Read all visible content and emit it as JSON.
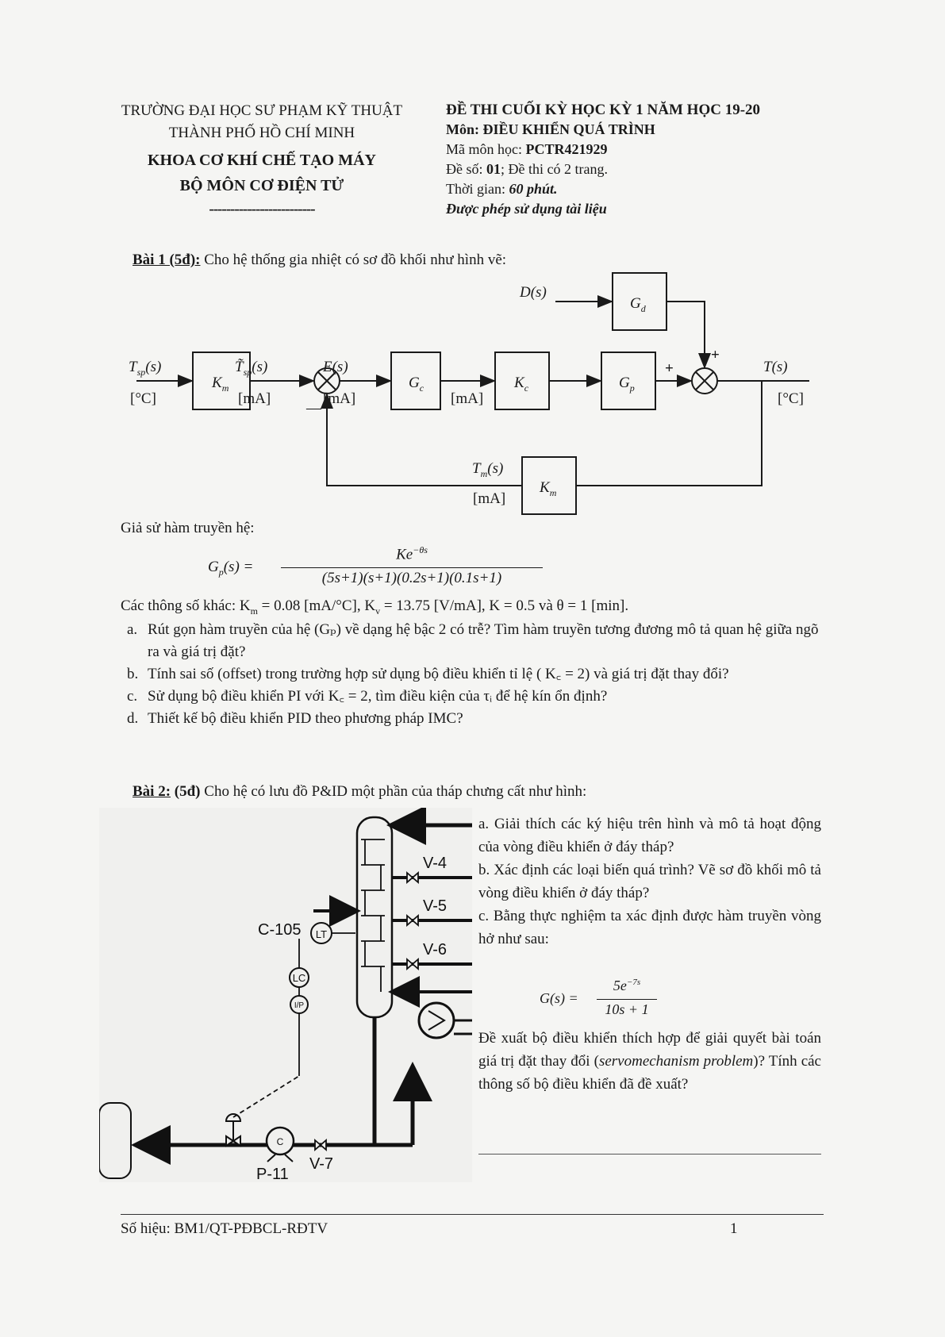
{
  "header": {
    "school_line1": "TRƯỜNG ĐẠI HỌC SƯ PHẠM KỸ THUẬT",
    "school_line2": "THÀNH PHỐ HỒ CHÍ MINH",
    "faculty": "KHOA CƠ KHÍ CHẾ TẠO MÁY",
    "department": "BỘ MÔN CƠ ĐIỆN TỬ",
    "divider": "-------------------------",
    "exam_title": "ĐỀ THI CUỐI KỲ HỌC KỲ 1 NĂM HỌC 19-20",
    "subject_label": "Môn: ",
    "subject": "ĐIỀU KHIỂN QUÁ TRÌNH",
    "code_label": "Mã môn học: ",
    "code": "PCTR421929",
    "exam_no_label": "Đề số: ",
    "exam_no": "01",
    "exam_no_suffix": "; Đề thi có 2 trang.",
    "time_label": "Thời gian: ",
    "time": "60 phút.",
    "materials": "Được phép sử dụng tài liệu"
  },
  "bai1": {
    "title": "Bài 1 (5đ):",
    "intro": " Cho hệ thống gia nhiệt có sơ đồ khối như hình vẽ:",
    "diagram": {
      "disturbance": "D(s)",
      "gd": "G",
      "gd_sub": "d",
      "input": "T",
      "input_sub": "sp",
      "input_arg": "(s)",
      "input_unit": "[°C]",
      "km": "K",
      "km_sub": "m",
      "tsp_tilde": "T̃",
      "tsp_sub": "sp",
      "tsp_arg": "(s)",
      "unit_ma": "[mA]",
      "error": "E(s)",
      "gc": "G",
      "gc_sub": "c",
      "kc": "K",
      "kc_sub": "c",
      "gp": "G",
      "gp_sub": "p",
      "output": "T(s)",
      "output_unit": "[°C]",
      "feedback_signal": "T",
      "feedback_sub": "m",
      "feedback_arg": "(s)",
      "feedback_block": "K",
      "feedback_block_sub": "m",
      "plus": "+",
      "minus": "—"
    },
    "assume": "Giả sử hàm truyền hệ:",
    "eq_lhs": "G",
    "eq_lhs_sub": "p",
    "eq_lhs_arg": "(s) =",
    "eq_num": "Ke",
    "eq_num_exp": "−θs",
    "eq_den": "(5s+1)(s+1)(0.2s+1)(0.1s+1)",
    "params": "Các thông số khác: K",
    "params_m": "m",
    "params_1": " = 0.08 [mA/°C], K",
    "params_v": "v",
    "params_2": " = 13.75 [V/mA], K = 0.5 và θ = 1 [min].",
    "items": [
      {
        "label": "a.",
        "text": "Rút gọn hàm truyền của hệ (Gₚ) về dạng hệ bậc 2 có trễ? Tìm hàm truyền tương đương mô tả quan hệ giữa ngõ ra và giá trị đặt?"
      },
      {
        "label": "b.",
        "text": "Tính sai số (offset) trong trường hợp sử dụng bộ điều khiển tỉ lệ ( K꜀ = 2) và giá trị đặt thay đổi?"
      },
      {
        "label": "c.",
        "text": "Sử dụng bộ điều khiển PI với K꜀ = 2, tìm điều kiện của τᵢ để hệ kín ổn định?"
      },
      {
        "label": "d.",
        "text": "Thiết kế bộ điều khiển PID theo phương pháp IMC?"
      }
    ]
  },
  "bai2": {
    "title": "Bài 2:",
    "score": " (5đ)",
    "intro": " Cho hệ có lưu đồ P&ID một phần của tháp chưng cất như hình:",
    "pid": {
      "column": "C-105",
      "v4": "V-4",
      "v5": "V-5",
      "v6": "V-6",
      "v7": "V-7",
      "pump": "P-11",
      "pump_c": "C",
      "lt": "LT",
      "lc": "LC",
      "ip": "I/P"
    },
    "qa": "a. Giải thích các ký hiệu trên hình và mô tả hoạt động của vòng điều khiển ở đáy tháp?",
    "qb": "b. Xác định các loại biến quá trình? Vẽ sơ đồ khối mô tả vòng điều khiển ở đáy tháp?",
    "qc": "c. Bằng thực nghiệm ta xác định được hàm truyền vòng hở như sau:",
    "g_lhs": "G(s) =",
    "g_num": "5e",
    "g_num_exp": "−7s",
    "g_den": "10s + 1",
    "q_final_1": "Đề xuất bộ điều khiển thích hợp để giải quyết bài toán giá trị đặt thay đổi (",
    "q_final_ital": "servomechanism problem",
    "q_final_2": ")? Tính các thông số bộ điều khiển đã đề xuất?"
  },
  "footer": {
    "code": "Số hiệu: BM1/QT-PĐBCL-RĐTV",
    "page": "1"
  }
}
